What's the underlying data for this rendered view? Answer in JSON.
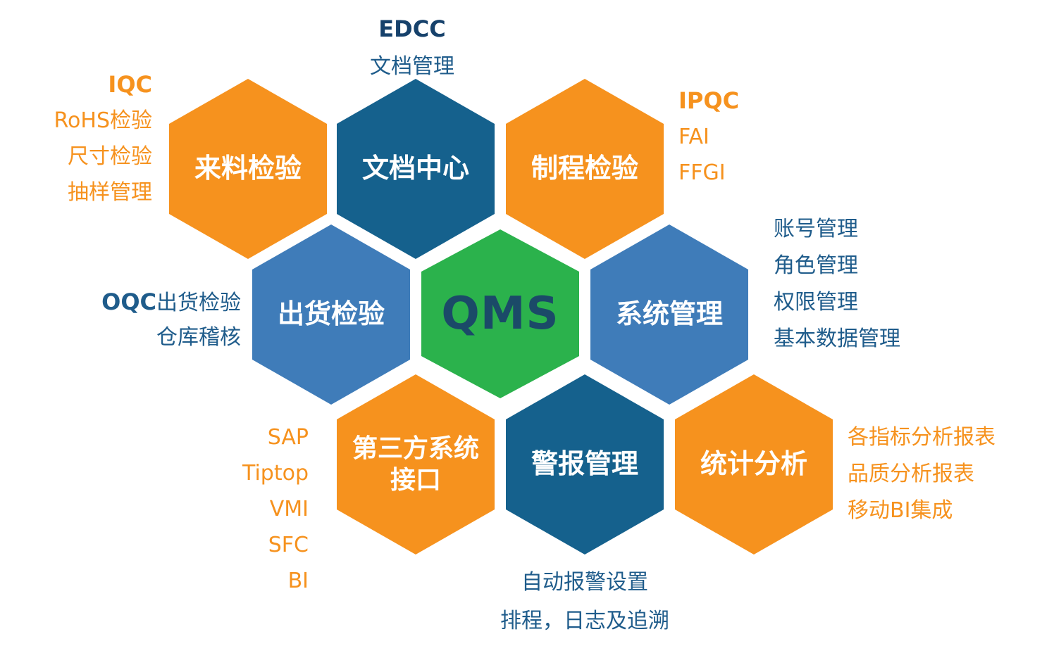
{
  "diagram_title": "QMS",
  "colors": {
    "orange": "#F6921E",
    "deep_blue": "#15618D",
    "medium_blue": "#3F7CB9",
    "green": "#2BB24C",
    "navy_text": "#1F5C8B",
    "dark_navy_text": "#16416B",
    "qms_text": "#1B4A68"
  },
  "hexes": {
    "incoming": {
      "label": "来料检验"
    },
    "docCenter": {
      "label": "文档中心"
    },
    "process": {
      "label": "制程检验"
    },
    "shipping": {
      "label": "出货检验"
    },
    "qms": {
      "label": "QMS"
    },
    "system": {
      "label": "系统管理"
    },
    "thirdParty": {
      "line1": "第三方系统",
      "line2": "接口"
    },
    "alarm": {
      "label": "警报管理"
    },
    "stats": {
      "label": "统计分析"
    }
  },
  "notes": {
    "iqc": {
      "title": "IQC",
      "items": [
        "RoHS检验",
        "尺寸检验",
        "抽样管理"
      ]
    },
    "edcc": {
      "title": "EDCC",
      "items": [
        "文档管理"
      ]
    },
    "ipqc": {
      "title": "IPQC",
      "items": [
        "FAI",
        "FFGI"
      ]
    },
    "system": {
      "items": [
        "账号管理",
        "角色管理",
        "权限管理",
        "基本数据管理"
      ]
    },
    "oqc": {
      "title": "OQC",
      "title_suffix": "出货检验",
      "items": [
        "仓库稽核"
      ]
    },
    "thirdParty": {
      "items": [
        "SAP",
        "Tiptop",
        "VMI",
        "SFC",
        "BI"
      ]
    },
    "stats": {
      "items": [
        "各指标分析报表",
        "品质分析报表",
        "移动BI集成"
      ]
    },
    "alarm": {
      "items": [
        "自动报警设置",
        "排程，日志及追溯"
      ]
    }
  }
}
